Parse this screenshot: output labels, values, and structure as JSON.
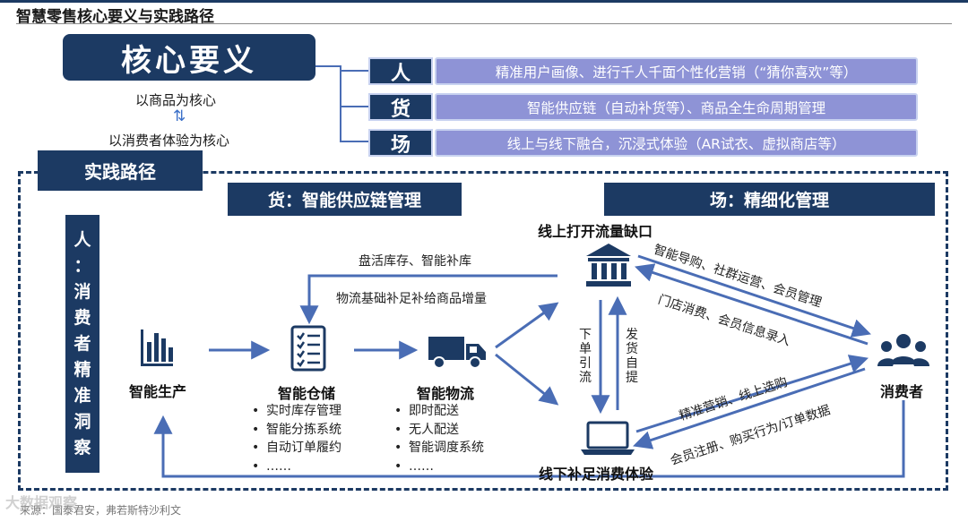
{
  "title": "智慧零售核心要义与实践路径",
  "core": {
    "heading": "核心要义",
    "line1": "以商品为核心",
    "line2": "以消费者体验为核心"
  },
  "pillars": [
    {
      "key": "人",
      "text": "精准用户画像、进行千人千面个性化营销（“猜你喜欢”等）"
    },
    {
      "key": "货",
      "text": "智能供应链（自动补货等）、商品全生命周期管理"
    },
    {
      "key": "场",
      "text": "线上与线下融合，沉浸式体验（AR试衣、虚拟商店等）"
    }
  ],
  "practice": {
    "tab": "实践路径",
    "goods_header": "货：智能供应链管理",
    "venue_header": "场：精细化管理",
    "person_column": [
      "人",
      "：",
      "消",
      "费",
      "者",
      "精",
      "准",
      "洞",
      "察"
    ]
  },
  "nodes": {
    "production": "智能生产",
    "warehouse": "智能仓储",
    "logistics": "智能物流",
    "online": "线上打开流量缺口",
    "offline": "线下补足消费体验",
    "consumer": "消费者"
  },
  "warehouse_bullets": [
    "实时库存管理",
    "智能分拣系统",
    "自动订单履约",
    "……"
  ],
  "logistics_bullets": [
    "即时配送",
    "无人配送",
    "智能调度系统",
    "……"
  ],
  "flows": {
    "top_feedback": "盘活库存、智能补库",
    "replenish": "物流基础补足补给商品增量",
    "order_lead": [
      "下",
      "单",
      "引",
      "流"
    ],
    "ship_lift": [
      "发",
      "货",
      "自",
      "提"
    ],
    "online_to_consumer": "智能导购、社群运营、会员管理",
    "consumer_to_online": "门店消费、会员信息录入",
    "offline_to_consumer": "精准营销、线上选购",
    "consumer_to_offline": "会员注册、购买行为/订单数据"
  },
  "footer": {
    "source": "来源：国泰君安，弗若斯特沙利文",
    "watermark": "大数据观察"
  },
  "colors": {
    "navy": "#1c3a63",
    "lavender": "#8e93d6",
    "arrow_blue": "#4a6db5"
  }
}
